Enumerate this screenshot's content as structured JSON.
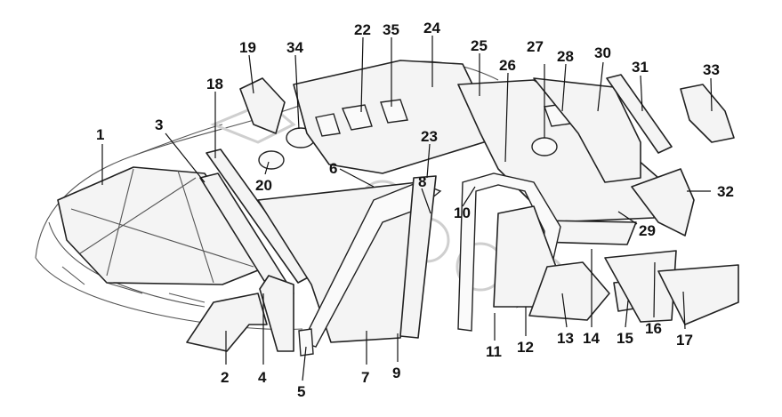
{
  "callouts": [
    {
      "id": "1",
      "label": "1"
    },
    {
      "id": "2",
      "label": "2"
    },
    {
      "id": "3",
      "label": "3"
    },
    {
      "id": "4",
      "label": "4"
    },
    {
      "id": "5",
      "label": "5"
    },
    {
      "id": "6",
      "label": "6"
    },
    {
      "id": "7",
      "label": "7"
    },
    {
      "id": "8",
      "label": "8"
    },
    {
      "id": "9",
      "label": "9"
    },
    {
      "id": "10",
      "label": "10"
    },
    {
      "id": "11",
      "label": "11"
    },
    {
      "id": "12",
      "label": "12"
    },
    {
      "id": "13",
      "label": "13"
    },
    {
      "id": "14",
      "label": "14"
    },
    {
      "id": "15",
      "label": "15"
    },
    {
      "id": "16",
      "label": "16"
    },
    {
      "id": "17",
      "label": "17"
    },
    {
      "id": "18",
      "label": "18"
    },
    {
      "id": "19",
      "label": "19"
    },
    {
      "id": "20",
      "label": "20"
    },
    {
      "id": "22",
      "label": "22"
    },
    {
      "id": "23",
      "label": "23"
    },
    {
      "id": "24",
      "label": "24"
    },
    {
      "id": "25",
      "label": "25"
    },
    {
      "id": "26",
      "label": "26"
    },
    {
      "id": "27",
      "label": "27"
    },
    {
      "id": "28",
      "label": "28"
    },
    {
      "id": "29",
      "label": "29"
    },
    {
      "id": "30",
      "label": "30"
    },
    {
      "id": "31",
      "label": "31"
    },
    {
      "id": "32",
      "label": "32"
    },
    {
      "id": "33",
      "label": "33"
    },
    {
      "id": "34",
      "label": "34"
    },
    {
      "id": "35",
      "label": "35"
    }
  ],
  "colors": {
    "ink": "#111111",
    "paper": "#ffffff",
    "watermark": "#cfcfcf"
  }
}
